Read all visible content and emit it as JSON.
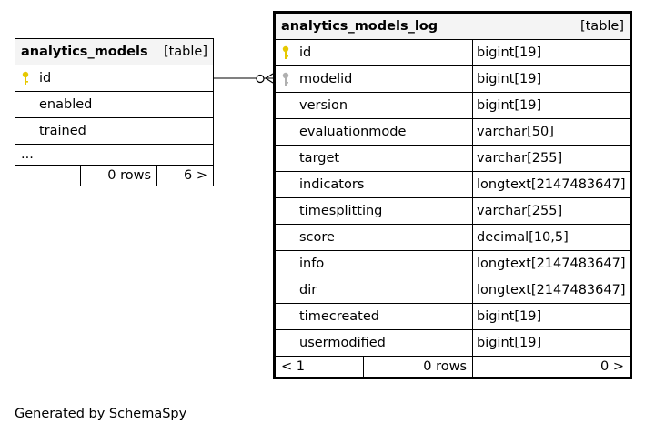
{
  "parent_table": {
    "name": "analytics_models",
    "type": "[table]",
    "columns": [
      {
        "name": "id",
        "key": "primary"
      },
      {
        "name": "enabled",
        "key": ""
      },
      {
        "name": "trained",
        "key": ""
      }
    ],
    "ellipsis": "...",
    "footer": {
      "left": "",
      "middle": "0 rows",
      "right": "6 >"
    }
  },
  "child_table": {
    "name": "analytics_models_log",
    "type": "[table]",
    "columns": [
      {
        "name": "id",
        "datatype": "bigint[19]",
        "key": "primary"
      },
      {
        "name": "modelid",
        "datatype": "bigint[19]",
        "key": "foreign"
      },
      {
        "name": "version",
        "datatype": "bigint[19]",
        "key": ""
      },
      {
        "name": "evaluationmode",
        "datatype": "varchar[50]",
        "key": ""
      },
      {
        "name": "target",
        "datatype": "varchar[255]",
        "key": ""
      },
      {
        "name": "indicators",
        "datatype": "longtext[2147483647]",
        "key": ""
      },
      {
        "name": "timesplitting",
        "datatype": "varchar[255]",
        "key": ""
      },
      {
        "name": "score",
        "datatype": "decimal[10,5]",
        "key": ""
      },
      {
        "name": "info",
        "datatype": "longtext[2147483647]",
        "key": ""
      },
      {
        "name": "dir",
        "datatype": "longtext[2147483647]",
        "key": ""
      },
      {
        "name": "timecreated",
        "datatype": "bigint[19]",
        "key": ""
      },
      {
        "name": "usermodified",
        "datatype": "bigint[19]",
        "key": ""
      }
    ],
    "footer": {
      "left": "< 1",
      "middle": "0 rows",
      "right": "0 >"
    }
  },
  "colors": {
    "primary_key": "#e6c800",
    "foreign_key": "#b0b0b0",
    "header_bg": "#f4f4f4"
  },
  "footer_text": "Generated by SchemaSpy"
}
